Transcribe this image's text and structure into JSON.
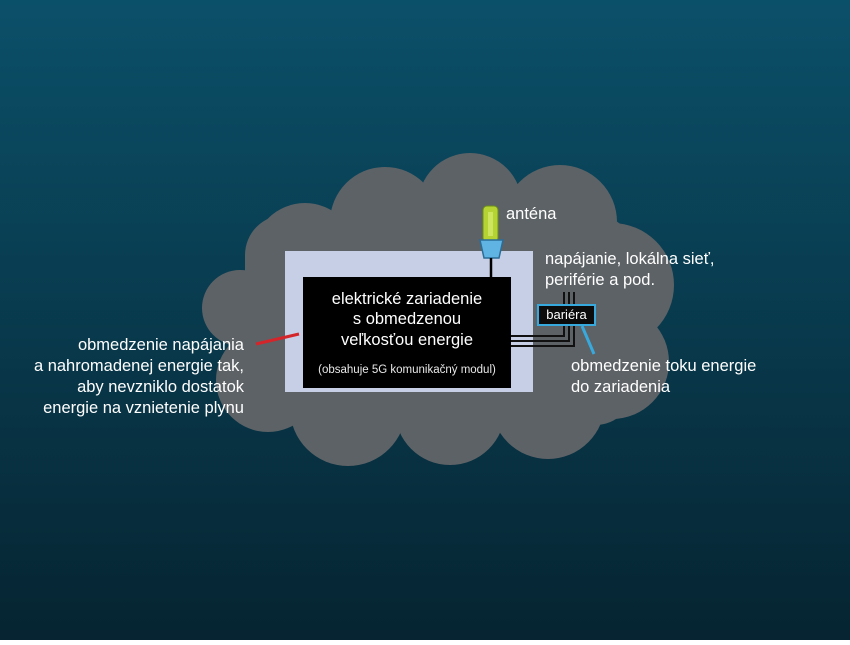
{
  "colors": {
    "background_top": "#0b5069",
    "background_bottom": "#062431",
    "cloud": "#5d6266",
    "housing": "#c7cfe6",
    "device": "#000000",
    "antenna": "#b5d332",
    "antenna_base": "#5fb4e3",
    "barrier_border": "#38a9dc",
    "power_limit_line": "#d4252b",
    "text": "#ffffff"
  },
  "labels": {
    "antenna": "anténa",
    "power_peripherals": [
      "napájanie, lokálna sieť,",
      "periférie a pod."
    ],
    "device_main": [
      "elektrické zariadenie",
      "s obmedzenou",
      "veľkosťou energie"
    ],
    "device_sub": "(obsahuje 5G komunikačný modul)",
    "barrier": "bariéra",
    "energy_flow_limit": [
      "obmedzenie toku energie",
      "do zariadenia"
    ],
    "power_limit": [
      "obmedzenie napájania",
      "a nahromadenej energie tak,",
      "aby nevzniklo dostatok",
      "energie na vznietenie plynu"
    ]
  }
}
